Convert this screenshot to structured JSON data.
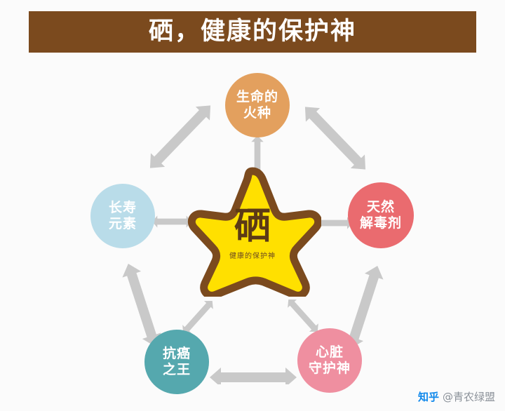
{
  "banner": {
    "title": "硒，健康的保护神"
  },
  "center": {
    "main_label": "硒",
    "sub_label": "健康的保护神",
    "shape": "star",
    "fill_color": "#ffe000",
    "stroke_color": "#7b4a1e"
  },
  "nodes": [
    {
      "id": "top",
      "label": "生命的\n火种",
      "color": "#e3a05e"
    },
    {
      "id": "right",
      "label": "天然\n解毒剂",
      "color": "#ea6b6f"
    },
    {
      "id": "bottom-right",
      "label": "心脏\n守护神",
      "color": "#ef8fa0"
    },
    {
      "id": "bottom-left",
      "label": "抗癌\n之王",
      "color": "#55a8ae"
    },
    {
      "id": "left",
      "label": "长寿\n元素",
      "color": "#b9dce9"
    }
  ],
  "arrows": {
    "color": "#c9c9c9",
    "count_outer": 5,
    "count_inner": 5,
    "style": "double-headed"
  },
  "watermark": {
    "logo_text": "知乎",
    "handle": "@青农绿盟"
  }
}
